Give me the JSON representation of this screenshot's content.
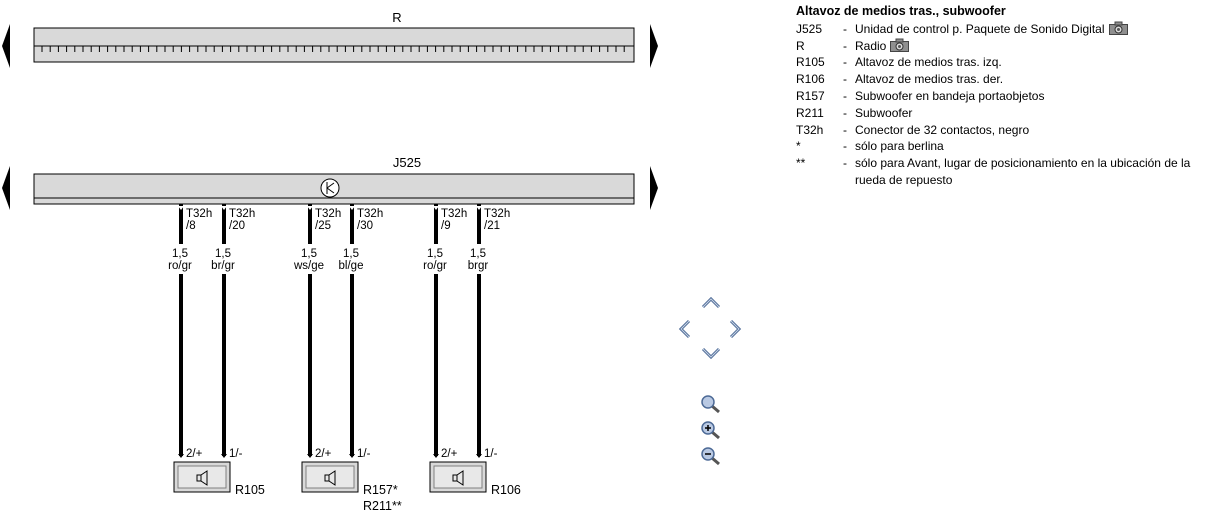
{
  "diagram": {
    "radio_label": "R",
    "control_unit_label": "J525",
    "pins": [
      {
        "connector": "T32h",
        "pin": "/8",
        "size": "1,5",
        "color": "ro/gr"
      },
      {
        "connector": "T32h",
        "pin": "/20",
        "size": "1,5",
        "color": "br/gr"
      },
      {
        "connector": "T32h",
        "pin": "/25",
        "size": "1,5",
        "color": "ws/ge"
      },
      {
        "connector": "T32h",
        "pin": "/30",
        "size": "1,5",
        "color": "bl/ge"
      },
      {
        "connector": "T32h",
        "pin": "/9",
        "size": "1,5",
        "color": "ro/gr"
      },
      {
        "connector": "T32h",
        "pin": "/21",
        "size": "1,5",
        "color": "brgr"
      }
    ],
    "terminals": [
      "2/+",
      "1/-",
      "2/+",
      "1/-",
      "2/+",
      "1/-"
    ],
    "speakers": [
      {
        "label": "R105"
      },
      {
        "label": "R157*",
        "label2": "R211**"
      },
      {
        "label": "R106"
      }
    ]
  },
  "legend": {
    "title": "Altavoz de medios tras., subwoofer",
    "items": [
      {
        "code": "J525",
        "dash": "-",
        "desc": "Unidad de control p. Paquete de Sonido Digital",
        "camera": true
      },
      {
        "code": "R",
        "dash": "-",
        "desc": "Radio",
        "camera": true
      },
      {
        "code": "R105",
        "dash": "-",
        "desc": "Altavoz de medios tras. izq."
      },
      {
        "code": "R106",
        "dash": "-",
        "desc": "Altavoz de medios tras. der."
      },
      {
        "code": "R157",
        "dash": "-",
        "desc": "Subwoofer en bandeja portaobjetos"
      },
      {
        "code": "R211",
        "dash": "-",
        "desc": "Subwoofer"
      },
      {
        "code": "T32h",
        "dash": "-",
        "desc": "Conector de 32 contactos, negro"
      },
      {
        "code": "*",
        "dash": "-",
        "desc": "sólo para berlina"
      },
      {
        "code": "**",
        "dash": "-",
        "desc": "sólo para Avant, lugar de posicionamiento en la ubicación de la rueda de repuesto"
      }
    ]
  },
  "nav": {
    "icons": [
      "pan-up-icon",
      "pan-left-icon",
      "pan-right-icon",
      "pan-down-icon",
      "zoom-fit-icon",
      "zoom-in-icon",
      "zoom-out-icon"
    ]
  }
}
